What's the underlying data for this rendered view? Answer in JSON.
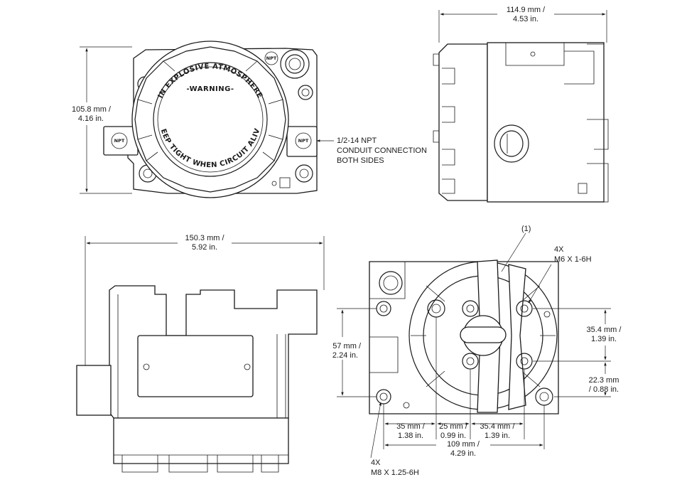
{
  "front_view": {
    "height_dim": {
      "mm": "105.8 mm /",
      "in": "4.16 in."
    },
    "npt_badge": "NPT",
    "cover_text_top": "IN EXPLOSIVE ATMOSPHERE",
    "cover_text_warning": "-WARNING-",
    "cover_text_bottom": "KEEP TIGHT WHEN CIRCUIT ALIVE",
    "conduit_note": [
      "1/2-14 NPT",
      "CONDUIT CONNECTION",
      "BOTH SIDES"
    ]
  },
  "side_view": {
    "depth_dim": {
      "mm": "114.9 mm /",
      "in": "4.53 in."
    }
  },
  "bottom_view": {
    "width_dim": {
      "mm": "150.3 mm /",
      "in": "5.92 in."
    }
  },
  "mount_view": {
    "callout_1": "(1)",
    "m6_note": [
      "4X",
      "M6 X 1-6H"
    ],
    "m8_note": [
      "4X",
      "M8 X 1.25-6H"
    ],
    "dim_57": {
      "mm": "57 mm /",
      "in": "2.24 in."
    },
    "dim_35_4_right": {
      "mm": "35.4 mm /",
      "in": "1.39 in."
    },
    "dim_22_3": {
      "mm": "22.3 mm",
      "in": "/ 0.88 in."
    },
    "dim_35": {
      "mm": "35 mm /",
      "in": "1.38 in."
    },
    "dim_25": {
      "mm": "25 mm /",
      "in": "0.99 in."
    },
    "dim_35_4_bottom": {
      "mm": "35.4 mm /",
      "in": "1.39 in."
    },
    "dim_109": {
      "mm": "109 mm /",
      "in": "4.29 in."
    }
  }
}
